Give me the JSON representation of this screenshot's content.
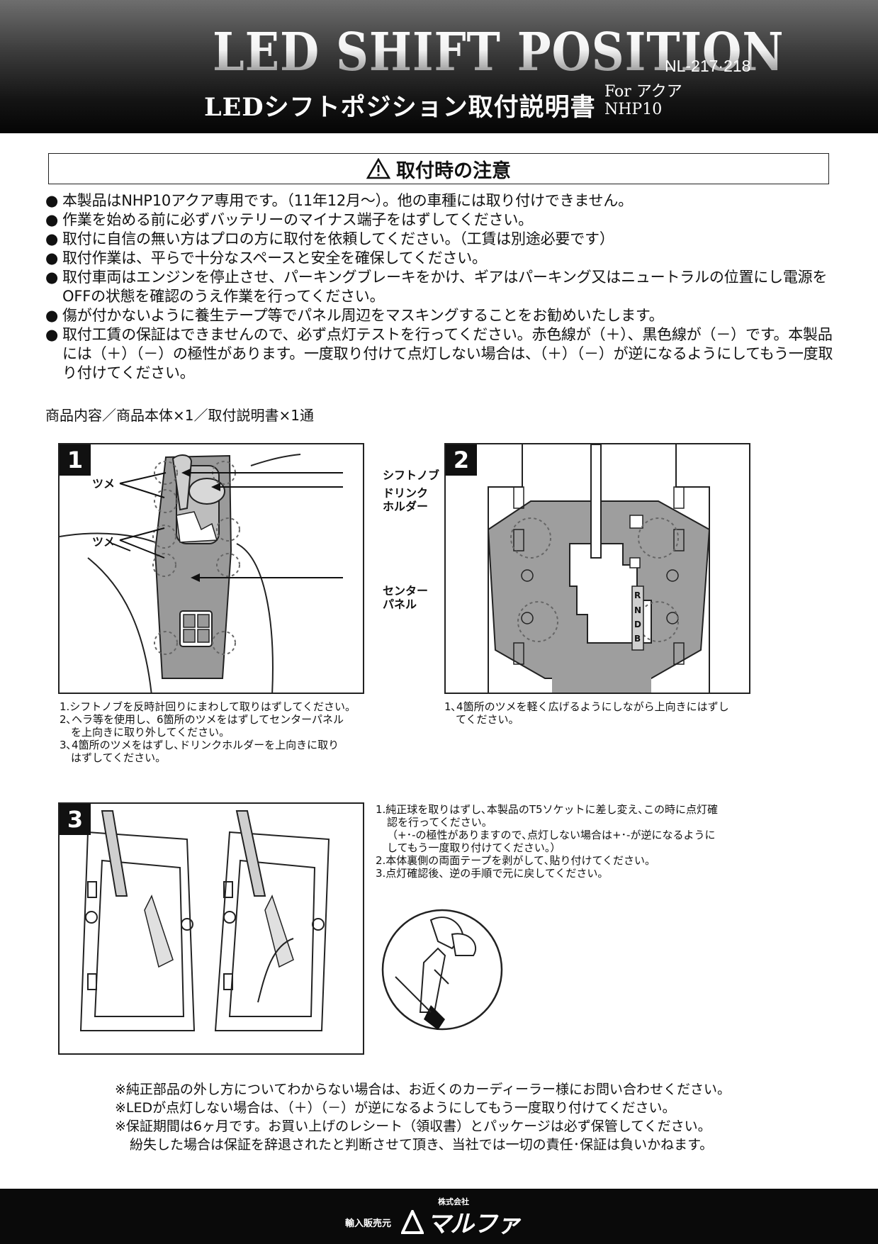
{
  "header": {
    "title": "LED SHIFT POSITION",
    "model_no": "NL-217·218",
    "subtitle": "LEDシフトポジション取付説明書",
    "for_line1": "For アクア",
    "for_line2": "NHP10"
  },
  "caution": {
    "title": "取付時の注意",
    "bullet": "●",
    "items": [
      "本製品はNHP10アクア専用です。（11年12月～）。他の車種には取り付けできません。",
      "作業を始める前に必ずバッテリーのマイナス端子をはずしてください。",
      "取付に自信の無い方はプロの方に取付を依頼してください。（工賃は別途必要です）",
      "取付作業は、平らで十分なスペースと安全を確保してください。",
      "取付車両はエンジンを停止させ、パーキングブレーキをかけ、ギアはパーキング又はニュートラルの位置にし電源をOFFの状態を確認のうえ作業を行ってください。",
      "傷が付かないように養生テープ等でパネル周辺をマスキングすることをお勧めいたします。",
      "取付工賃の保証はできませんので、必ず点灯テストを行ってください。赤色線が（＋）、黒色線が（－）です。本製品には（＋）（－）の極性があります。一度取り付けて点灯しない場合は、（＋）（－）が逆になるようにしてもう一度取り付けてください。"
    ]
  },
  "contents": "商品内容／商品本体×1／取付説明書×1通",
  "step1": {
    "number": "1",
    "label_tsume1": "ツメ",
    "label_tsume2": "ツメ",
    "label_shift_knob": "シフトノブ",
    "label_drink1": "ドリンク",
    "label_drink2": "ホルダー",
    "label_center1": "センター",
    "label_center2": "パネル",
    "captions": [
      "1.シフトノブを反時計回りにまわして取りはずしてください。",
      "2､ヘラ等を使用し、6箇所のツメをはずしてセンターパネル",
      "を上向きに取り外してください。",
      "3､4箇所のツメをはずし､ドリンクホルダーを上向きに取り",
      "はずしてください。"
    ]
  },
  "step2": {
    "number": "2",
    "gear_r": "R",
    "gear_n": "N",
    "gear_d": "D",
    "gear_b": "B",
    "captions": [
      "1､4箇所のツメを軽く広げるようにしながら上向きにはずし",
      "てください。"
    ]
  },
  "step3": {
    "number": "3",
    "captions": [
      "1.純正球を取りはずし､本製品のT5ソケットに差し変え､この時に点灯確",
      "認を行ってください。",
      "（+･-の極性がありますので､点灯しない場合は+･-が逆になるように",
      "してもう一度取り付けてください。）",
      "2.本体裏側の両面テープを剥がして､貼り付けてください。",
      "3.点灯確認後、逆の手順で元に戻してください。"
    ]
  },
  "footer_notes": [
    "※純正部品の外し方についてわからない場合は、お近くのカーディーラー様にお問い合わせください。",
    "※LEDが点灯しない場合は、（＋）（－）が逆になるようにしてもう一度取り付けてください。",
    "※保証期間は6ヶ月です。お買い上げのレシート（領収書）とパッケージは必ず保管してください。",
    "紛失した場合は保証を辞退されたと判断させて頂き、当社では一切の責任･保証は負いかねます。"
  ],
  "footer": {
    "importer": "輸入販売元",
    "company_prefix": "株式会社",
    "brand": "マルファ"
  }
}
